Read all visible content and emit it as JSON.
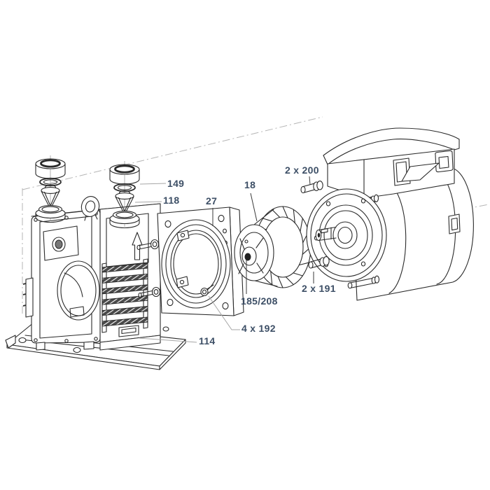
{
  "diagram": {
    "kind": "exploded-parts-diagram-vacuum-pump-with-motor",
    "background": "#ffffff"
  },
  "callouts": [
    {
      "text": "149",
      "target": "seal-washer"
    },
    {
      "text": "118",
      "target": "spring-cone"
    },
    {
      "text": "27",
      "target": "intermediate-flange-plate"
    },
    {
      "text": "18",
      "target": "fan-coupling"
    },
    {
      "text": "2 x 200",
      "target": "hex-screw-upper"
    },
    {
      "text": "2 x 191",
      "target": "hex-screw-lower"
    },
    {
      "text": "185/208",
      "target": "coupling-hub"
    },
    {
      "text": "4 x 192",
      "target": "flange-corner-screws"
    },
    {
      "text": "114",
      "target": "base-plate"
    }
  ],
  "colors": {
    "label": "#3d4f66",
    "line": "#2a2a2a",
    "leader_light": "#a6a6a6",
    "leader_dark": "#3a3a3a",
    "construction": "#b5b5b5",
    "background": "#ffffff"
  }
}
